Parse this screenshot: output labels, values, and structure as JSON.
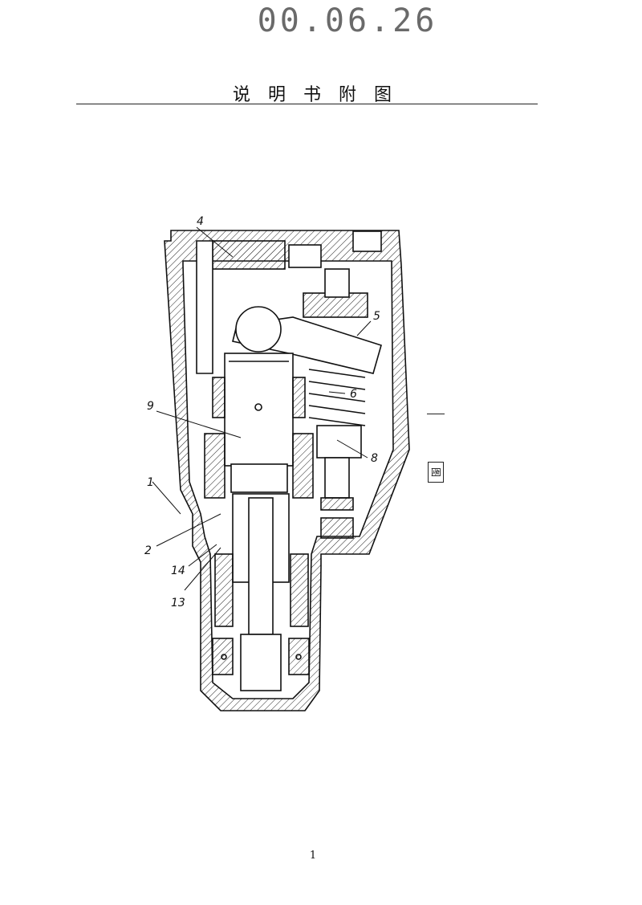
{
  "header": {
    "document_code": "00.06.26"
  },
  "page_title": "说明书附图",
  "figure": {
    "label_number": "1",
    "label_char": "图",
    "part_labels": [
      "4",
      "5",
      "6",
      "8",
      "9",
      "1",
      "2",
      "14",
      "13"
    ]
  },
  "footer": {
    "page_number": "1"
  }
}
